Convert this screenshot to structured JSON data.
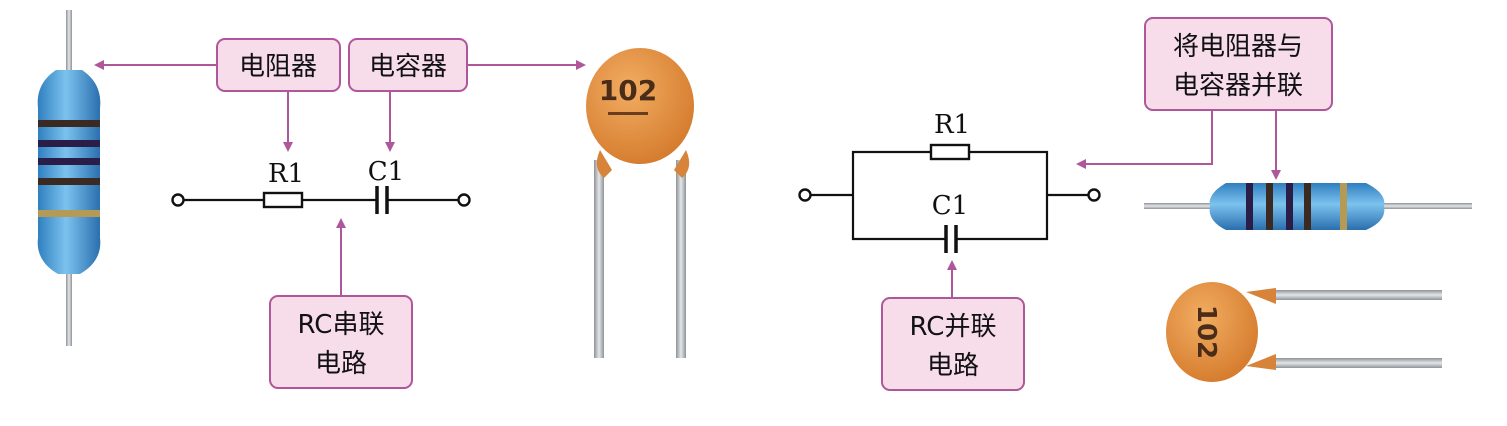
{
  "left": {
    "callouts": {
      "resistor": "电阻器",
      "capacitor": "电容器",
      "series_line1": "RC串联",
      "series_line2": "电路"
    },
    "labels": {
      "r": "R1",
      "c": "C1"
    }
  },
  "right": {
    "callouts": {
      "combo_line1": "将电阻器与",
      "combo_line2": "电容器并联",
      "parallel_line1": "RC并联",
      "parallel_line2": "电路"
    },
    "labels": {
      "r": "R1",
      "c": "C1"
    }
  },
  "capacitor_marking": "102",
  "colors": {
    "callout_fill": "#f7dcea",
    "callout_border": "#b0569a",
    "resistor_body": "#4a9fd6",
    "capacitor_body": "#e3923f"
  }
}
